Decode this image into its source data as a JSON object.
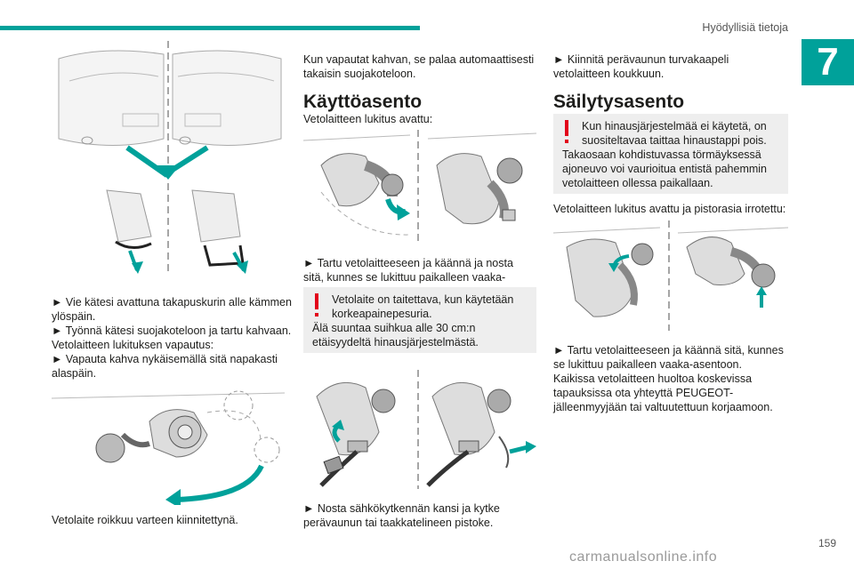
{
  "header": {
    "title": "Hyödyllisiä tietoja",
    "chapter": "7"
  },
  "left_column": {
    "text_block": [
      "► Vie kätesi avattuna takapuskurin alle kämmen ylöspäin.",
      "► Työnnä kätesi suojakoteloon ja tartu kahvaan.",
      "Vetolaitteen lukituksen vapautus:",
      "► Vapauta kahva nykäisemällä sitä napakasti alaspäin."
    ],
    "caption": "Vetolaite roikkuu varteen kiinnitettynä."
  },
  "middle_column": {
    "intro": "Kun vapautat kahvan, se palaa automaattisesti takaisin suojakoteloon.",
    "heading": "Käyttöasento",
    "subheading": "Vetolaitteen lukitus avattu:",
    "step1": "► Tartu vetolaitteeseen ja käännä ja nosta sitä, kunnes se lukittuu paikalleen vaaka-asentoon.",
    "warning_line1": "Vetolaite on taitettava, kun käytetään",
    "warning_line2": "korkeapainepesuria.",
    "warning_rest": "Älä suuntaa suihkua alle 30 cm:n etäisyydeltä hinausjärjestelmästä.",
    "step2": "► Nosta sähkökytkennän kansi ja kytke perävaunun tai taakkatelineen pistoke."
  },
  "right_column": {
    "step1": "► Kiinnitä perävaunun turvakaapeli vetolaitteen koukkuun.",
    "heading": "Säilytysasento",
    "warning_line1": "Kun hinausjärjestelmää ei käytetä, on",
    "warning_line2": "suositeltavaa taittaa hinaustappi pois.",
    "warning_rest": "Takaosaan kohdistuvassa törmäyksessä ajoneuvo voi vaurioitua entistä pahemmin vetolaitteen ollessa paikallaan.",
    "subheading": "Vetolaitteen lukitus avattu ja pistorasia irrotettu:",
    "step2": "► Tartu vetolaitteeseen ja käännä sitä, kunnes se lukittuu paikalleen vaaka-asentoon.",
    "note": "Kaikissa vetolaitteen huoltoa koskevissa tapauksissa ota yhteyttä PEUGEOT-jälleenmyyjään tai valtuutettuun korjaamoon."
  },
  "footer": {
    "page_number": "159",
    "watermark": "carmanualsonline.info"
  },
  "colors": {
    "accent": "#00a19a",
    "warning_red": "#e2001a",
    "box_bg": "#eeeeee"
  }
}
